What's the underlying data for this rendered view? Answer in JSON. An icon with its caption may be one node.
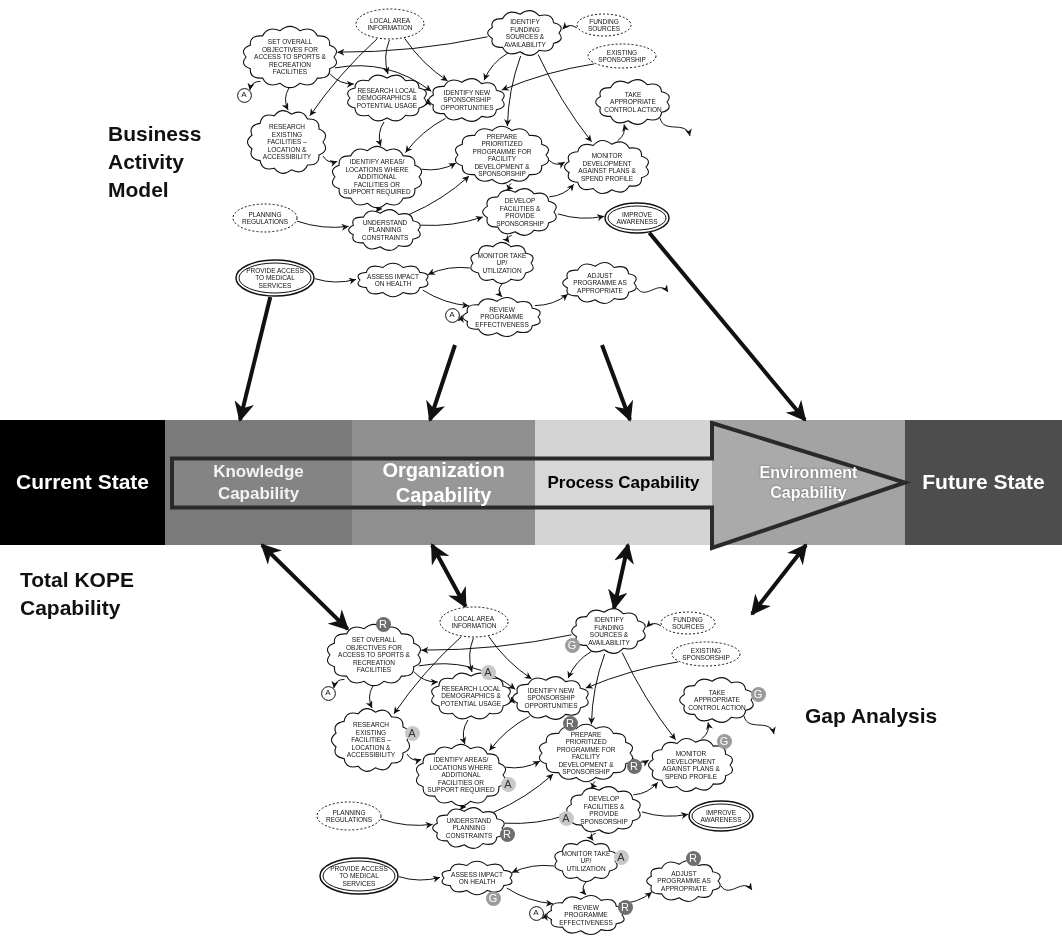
{
  "diagram": {
    "nodes": [
      {
        "text": [
          "LOCAL AREA INFORMATION"
        ]
      },
      {
        "text": [
          "SET OVERALL OBJECTIVES FOR ACCESS TO SPORTS & RECREATION FACILITIES"
        ]
      },
      {
        "text": [
          "IDENTIFY FUNDING SOURCES & AVAILABILITY"
        ]
      },
      {
        "text": [
          "FUNDING SOURCES"
        ]
      },
      {
        "text": [
          "EXISTING SPONSORSHIP"
        ]
      },
      {
        "text": [
          "A"
        ]
      },
      {
        "text": [
          "RESEARCH LOCAL DEMOGRAPHICS & POTENTIAL USAGE"
        ]
      },
      {
        "text": [
          "IDENTIFY NEW SPONSORSHIP OPPORTUNITIES"
        ]
      },
      {
        "text": [
          "TAKE APPROPRIATE CONTROL ACTION"
        ]
      },
      {
        "text": [
          "RESEARCH EXISTING FACILITIES – LOCATION & ACCESSIBILITY"
        ]
      },
      {
        "text": [
          "IDENTIFY AREAS/ LOCATIONS WHERE ADDITIONAL FACILITIES OR SUPPORT REQUIRED"
        ]
      },
      {
        "text": [
          "PREPARE PRIORITIZED PROGRAMME FOR FACILITY DEVELOPMENT & SPONSORSHIP"
        ]
      },
      {
        "text": [
          "MONITOR DEVELOPMENT AGAINST PLANS & SPEND PROFILE"
        ]
      },
      {
        "text": [
          "PLANNING REGULATIONS"
        ]
      },
      {
        "text": [
          "UNDERSTAND PLANNING CONSTRAINTS"
        ]
      },
      {
        "text": [
          "DEVELOP FACILITIES & PROVIDE SPONSORSHIP"
        ]
      },
      {
        "text": [
          "IMPROVE AWARENESS"
        ]
      },
      {
        "text": [
          "PROVIDE ACCESS TO MEDICAL SERVICES"
        ]
      },
      {
        "text": [
          "ASSESS IMPACT ON HEALTH"
        ]
      },
      {
        "text": [
          "MONITOR TAKE UP/ UTILIZATION"
        ]
      },
      {
        "text": [
          "ADJUST PROGRAMME AS APPROPRIATE"
        ]
      },
      {
        "text": [
          "A"
        ]
      },
      {
        "text": [
          "REVIEW PROGRAMME EFFECTIVENESS"
        ]
      },
      {
        "text": [
          "Current State"
        ]
      },
      {
        "text": [
          "Knowledge Capability"
        ]
      },
      {
        "text": [
          "Organization Capability"
        ]
      },
      {
        "text": [
          "Process Capability"
        ]
      },
      {
        "text": [
          "Environment Capability"
        ]
      },
      {
        "text": [
          "Future State"
        ]
      },
      {
        "text": [
          "LOCAL AREA INFORMATION"
        ]
      },
      {
        "text": [
          "SET OVERALL OBJECTIVES FOR ACCESS TO SPORTS & RECREATION FACILITIES"
        ]
      },
      {
        "text": [
          "IDENTIFY FUNDING SOURCES & AVAILABILITY"
        ]
      },
      {
        "text": [
          "FUNDING SOURCES"
        ]
      },
      {
        "text": [
          "EXISTING SPONSORSHIP"
        ]
      },
      {
        "text": [
          "A"
        ]
      },
      {
        "text": [
          "RESEARCH LOCAL DEMOGRAPHICS & POTENTIAL USAGE"
        ]
      },
      {
        "text": [
          "IDENTIFY NEW SPONSORSHIP OPPORTUNITIES"
        ]
      },
      {
        "text": [
          "TAKE APPROPRIATE CONTROL ACTION"
        ]
      },
      {
        "text": [
          "RESEARCH EXISTING FACILITIES – LOCATION & ACCESSIBILITY"
        ]
      },
      {
        "text": [
          "IDENTIFY AREAS/ LOCATIONS WHERE ADDITIONAL FACILITIES OR SUPPORT REQUIRED"
        ]
      },
      {
        "text": [
          "PREPARE PRIORITIZED PROGRAMME FOR FACILITY DEVELOPMENT & SPONSORSHIP"
        ]
      },
      {
        "text": [
          "MONITOR DEVELOPMENT AGAINST PLANS & SPEND PROFILE"
        ]
      },
      {
        "text": [
          "PLANNING REGULATIONS"
        ]
      },
      {
        "text": [
          "UNDERSTAND PLANNING CONSTRAINTS"
        ]
      },
      {
        "text": [
          "DEVELOP FACILITIES & PROVIDE SPONSORSHIP"
        ]
      },
      {
        "text": [
          "IMPROVE AWARENESS"
        ]
      },
      {
        "text": [
          "PROVIDE ACCESS TO MEDICAL SERVICES"
        ]
      },
      {
        "text": [
          "ASSESS IMPACT ON HEALTH"
        ]
      },
      {
        "text": [
          "MONITOR TAKE UP/ UTILIZATION"
        ]
      },
      {
        "text": [
          "ADJUST PROGRAMME AS APPROPRIATE"
        ]
      },
      {
        "text": [
          "A"
        ]
      },
      {
        "text": [
          "REVIEW PROGRAMME EFFECTIVENESS"
        ]
      },
      {
        "text": [
          "R"
        ]
      },
      {
        "text": [
          "G"
        ]
      },
      {
        "text": [
          "A"
        ]
      },
      {
        "text": [
          "G"
        ]
      },
      {
        "text": [
          "R"
        ]
      },
      {
        "text": [
          "A"
        ]
      },
      {
        "text": [
          "G"
        ]
      },
      {
        "text": [
          "R"
        ]
      },
      {
        "text": [
          "A"
        ]
      },
      {
        "text": [
          "A"
        ]
      },
      {
        "text": [
          "R"
        ]
      },
      {
        "text": [
          "A"
        ]
      },
      {
        "text": [
          "R"
        ]
      },
      {
        "text": [
          "G"
        ]
      },
      {
        "text": [
          "R"
        ]
      }
    ],
    "edges": [
      {
        "from": 2,
        "to": 1,
        "arrow": "to"
      },
      {
        "from": 0,
        "to": 7,
        "arrow": "to"
      },
      {
        "from": 0,
        "to": 6,
        "arrow": "to"
      },
      {
        "from": 0,
        "to": 9,
        "arrow": "to"
      },
      {
        "from": 1,
        "to": 5,
        "arrow": "to"
      },
      {
        "from": 1,
        "to": 9,
        "arrow": "to"
      },
      {
        "from": 1,
        "to": 6,
        "arrow": "to"
      },
      {
        "from": 1,
        "to": 7,
        "arrow": "to"
      },
      {
        "from": 3,
        "to": 2,
        "arrow": "to"
      },
      {
        "from": 2,
        "to": 7,
        "arrow": "to"
      },
      {
        "from": 4,
        "to": 7,
        "arrow": "to"
      },
      {
        "from": 2,
        "to": 11,
        "arrow": "to"
      },
      {
        "from": 2,
        "to": 12,
        "arrow": "to"
      },
      {
        "from": 6,
        "to": 7,
        "arrow": "to"
      },
      {
        "from": 6,
        "to": 10,
        "arrow": "to"
      },
      {
        "from": 9,
        "to": 10,
        "arrow": "to"
      },
      {
        "from": 7,
        "to": 10,
        "arrow": "to"
      },
      {
        "from": 10,
        "to": 11,
        "arrow": "to"
      },
      {
        "from": 10,
        "to": 14,
        "arrow": "to"
      },
      {
        "from": 13,
        "to": 14,
        "arrow": "to"
      },
      {
        "from": 14,
        "to": 11,
        "arrow": "to"
      },
      {
        "from": 14,
        "to": 15,
        "arrow": "to"
      },
      {
        "from": 11,
        "to": 12,
        "arrow": "to"
      },
      {
        "from": 11,
        "to": 15,
        "arrow": "to"
      },
      {
        "from": 15,
        "to": 12,
        "arrow": "to"
      },
      {
        "from": 15,
        "to": 16,
        "arrow": "to"
      },
      {
        "from": 15,
        "to": 19,
        "arrow": "to"
      },
      {
        "from": 12,
        "to": 8,
        "arrow": "to"
      },
      {
        "from": 8,
        "to": null,
        "arrow": "to"
      },
      {
        "from": 19,
        "to": 18,
        "arrow": "to"
      },
      {
        "from": 17,
        "to": 18,
        "arrow": "to"
      },
      {
        "from": 18,
        "to": 22,
        "arrow": "to"
      },
      {
        "from": 19,
        "to": 22,
        "arrow": "to"
      },
      {
        "from": 21,
        "to": 22,
        "arrow": "to"
      },
      {
        "from": 22,
        "to": 20,
        "arrow": "to"
      },
      {
        "from": 20,
        "to": null,
        "arrow": "to"
      },
      {
        "from": 31,
        "to": 30,
        "arrow": "to"
      },
      {
        "from": 29,
        "to": 36,
        "arrow": "to"
      },
      {
        "from": 29,
        "to": 35,
        "arrow": "to"
      },
      {
        "from": 29,
        "to": 38,
        "arrow": "to"
      },
      {
        "from": 30,
        "to": 34,
        "arrow": "to"
      },
      {
        "from": 30,
        "to": 38,
        "arrow": "to"
      },
      {
        "from": 30,
        "to": 35,
        "arrow": "to"
      },
      {
        "from": 30,
        "to": 36,
        "arrow": "to"
      },
      {
        "from": 32,
        "to": 31,
        "arrow": "to"
      },
      {
        "from": 31,
        "to": 36,
        "arrow": "to"
      },
      {
        "from": 33,
        "to": 36,
        "arrow": "to"
      },
      {
        "from": 31,
        "to": 40,
        "arrow": "to"
      },
      {
        "from": 31,
        "to": 41,
        "arrow": "to"
      },
      {
        "from": 35,
        "to": 36,
        "arrow": "to"
      },
      {
        "from": 35,
        "to": 39,
        "arrow": "to"
      },
      {
        "from": 38,
        "to": 39,
        "arrow": "to"
      },
      {
        "from": 36,
        "to": 39,
        "arrow": "to"
      },
      {
        "from": 39,
        "to": 40,
        "arrow": "to"
      },
      {
        "from": 39,
        "to": 43,
        "arrow": "to"
      },
      {
        "from": 42,
        "to": 43,
        "arrow": "to"
      },
      {
        "from": 43,
        "to": 40,
        "arrow": "to"
      },
      {
        "from": 43,
        "to": 44,
        "arrow": "to"
      },
      {
        "from": 40,
        "to": 41,
        "arrow": "to"
      },
      {
        "from": 40,
        "to": 44,
        "arrow": "to"
      },
      {
        "from": 44,
        "to": 41,
        "arrow": "to"
      },
      {
        "from": 44,
        "to": 45,
        "arrow": "to"
      },
      {
        "from": 44,
        "to": 48,
        "arrow": "to"
      },
      {
        "from": 41,
        "to": 37,
        "arrow": "to"
      },
      {
        "from": 37,
        "to": null,
        "arrow": "to"
      },
      {
        "from": 48,
        "to": 47,
        "arrow": "to"
      },
      {
        "from": 46,
        "to": 47,
        "arrow": "to"
      },
      {
        "from": 47,
        "to": 51,
        "arrow": "to"
      },
      {
        "from": 48,
        "to": 51,
        "arrow": "to"
      },
      {
        "from": 50,
        "to": 51,
        "arrow": "to"
      },
      {
        "from": 51,
        "to": 49,
        "arrow": "to"
      },
      {
        "from": 49,
        "to": null,
        "arrow": "to"
      },
      {
        "from": 17,
        "to": 24,
        "arrow": "to",
        "style": "thick"
      },
      {
        "from": null,
        "to": 25,
        "arrow": "to",
        "style": "thick"
      },
      {
        "from": null,
        "to": 26,
        "arrow": "to",
        "style": "thick"
      },
      {
        "from": 16,
        "to": 27,
        "arrow": "to",
        "style": "thick"
      },
      {
        "from": 24,
        "to": 30,
        "arrow": "both",
        "style": "thick"
      },
      {
        "from": 25,
        "to": 29,
        "arrow": "both",
        "style": "thick"
      },
      {
        "from": 26,
        "to": 31,
        "arrow": "both",
        "style": "thick"
      },
      {
        "from": 27,
        "to": null,
        "arrow": "both",
        "style": "thick"
      },
      {
        "from": 24,
        "to": 27,
        "arrow": "to",
        "style": "thick"
      }
    ],
    "labels": [
      "Business Activity Model",
      "Total KOPE Capability",
      "Gap Analysis"
    ]
  }
}
